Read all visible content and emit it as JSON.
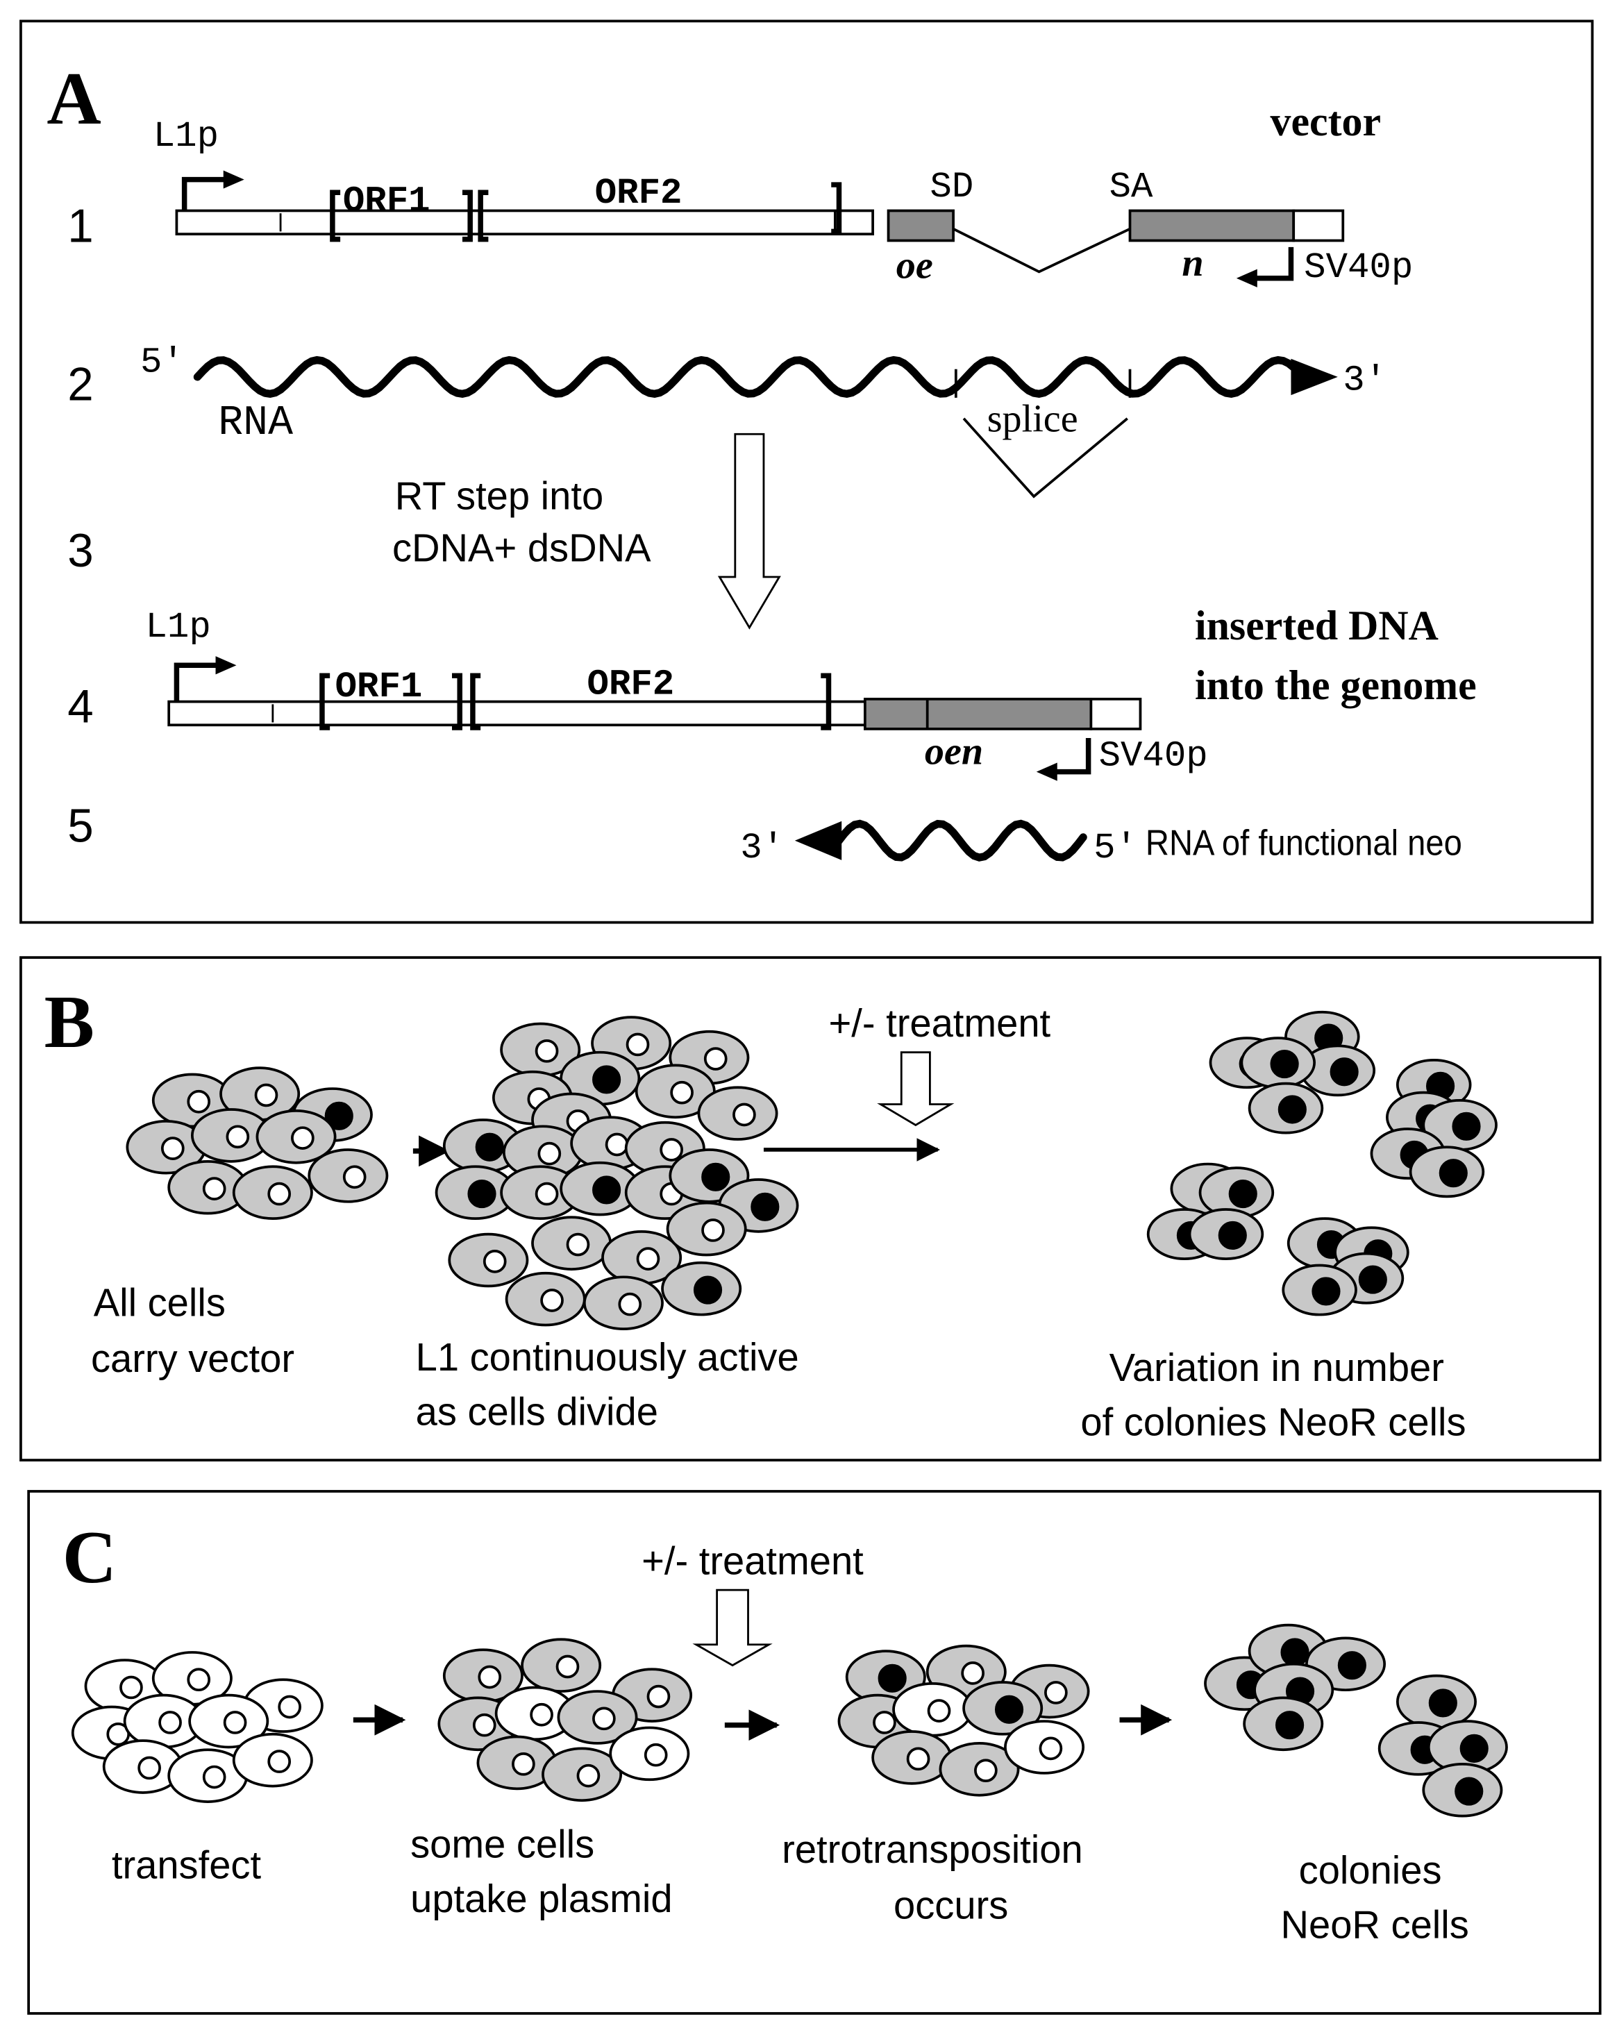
{
  "panel_a": {
    "letter": "A",
    "construct_title": "vector",
    "insert_title_line1": "inserted DNA",
    "insert_title_line2": "into the genome",
    "step_numbers": [
      "1",
      "2",
      "3",
      "4",
      "5"
    ],
    "promoter": "L1p",
    "orf1": "ORF1",
    "orf2": "ORF2",
    "splice_donor": "SD",
    "splice_acceptor": "SA",
    "exon_left": "oe",
    "exon_right": "n",
    "neo_joined": "oen",
    "sv40": "SV40p",
    "five_prime": "5′",
    "three_prime": "3′",
    "rna_label": "RNA",
    "splice_label": "splice",
    "rt_line1": "RT step into",
    "rt_line2": "cDNA+ dsDNA",
    "rna_neo_label": "RNA of  functional neo"
  },
  "panel_b": {
    "letter": "B",
    "treatment": "+/- treatment",
    "caption1_line1": "All cells",
    "caption1_line2": "carry vector",
    "caption2_line1": "L1 continuously active",
    "caption2_line2": "as cells divide",
    "caption3_line1": "Variation in number",
    "caption3_line2": "of colonies NeoR cells"
  },
  "panel_c": {
    "letter": "C",
    "treatment": "+/- treatment",
    "caption1": "transfect",
    "caption2_line1": "some cells",
    "caption2_line2": "uptake plasmid",
    "caption3_line1": "retrotransposition",
    "caption3_line2": "occurs",
    "caption4_line1": "colonies",
    "caption4_line2": "NeoR cells"
  },
  "colors": {
    "cell_grey": "#c8c8c8",
    "exon_grey": "#8c8c8c",
    "line": "#000000",
    "background": "#ffffff"
  }
}
